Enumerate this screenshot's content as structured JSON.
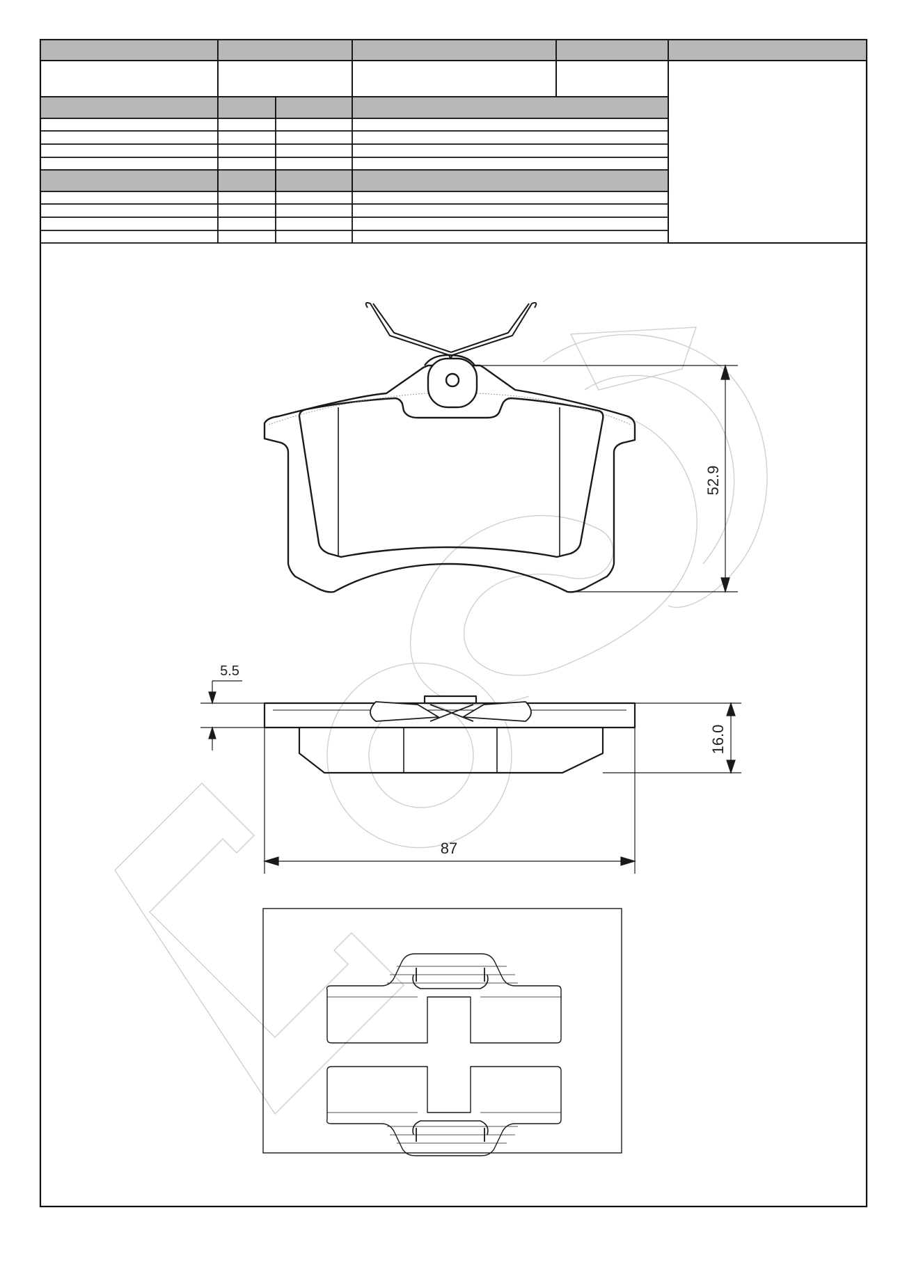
{
  "colors": {
    "border": "#111111",
    "header_fill": "#b8b8b8",
    "line": "#1a1a1a",
    "watermark": "#cfcfcf"
  },
  "title_block": {
    "header_columns": 5,
    "spec_group_1_rows": 4,
    "spec_group_2_rows": 4
  },
  "watermark": {
    "shape": "logo-outline"
  },
  "front_view": {
    "height_dim": "52.9"
  },
  "side_view": {
    "thickness_dim": "16.0",
    "backplate_dim": "5.5",
    "width_dim": "87"
  },
  "clip_detail": {
    "clip_count": 2
  }
}
